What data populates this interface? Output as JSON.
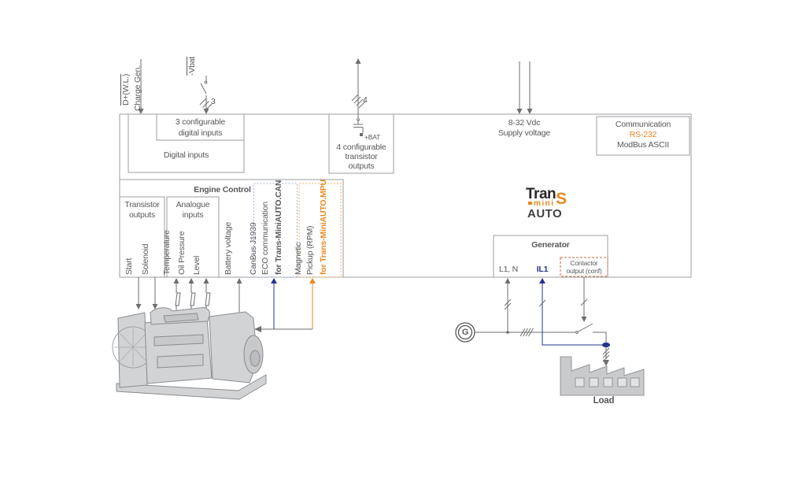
{
  "colors": {
    "text_gray": "#58595b",
    "wire_gray": "#6d6e71",
    "box_border": "#9b9da0",
    "accent_orange": "#ee8222",
    "accent_blue": "#27348b",
    "dashed_blue_border": "#a6b5d8",
    "dashed_orange_border": "#f3b26b",
    "contactor_dash": "#cf6a3e",
    "illustration_fill": "#d2d3d5",
    "illustration_stroke": "#8a8c8f"
  },
  "top": {
    "charge_line1": "D+(W.L.)",
    "charge_line2": "Charge Gen.",
    "vbat": "-Vbat",
    "digital_wire_count": "3",
    "transistor_wire_count": "4",
    "supply_line1": "8-32 Vdc",
    "supply_line2": "Supply voltage"
  },
  "digital_inputs": {
    "conf_line1": "3 configurable",
    "conf_line2": "digital inputs",
    "label": "Digital inputs"
  },
  "transistor_outputs": {
    "bat": "+BAT",
    "line1": "4 configurable",
    "line2": "transistor",
    "line3": "outputs"
  },
  "communication": {
    "line1": "Communication",
    "line2": "RS-232",
    "line3": "ModBus ASCII"
  },
  "logo": {
    "part1": "Tran",
    "part2": "S",
    "part3": "mini",
    "part4": "AUTO"
  },
  "engine_control": {
    "title": "Engine Control",
    "transistor_box": {
      "title1": "Transistor",
      "title2": "outputs",
      "signals": [
        "Start",
        "Solenoid"
      ]
    },
    "analogue_box": {
      "title1": "Analogue",
      "title2": "inputs",
      "signals": [
        "Temperature",
        "Oil Pressure",
        "Level"
      ]
    },
    "battery": "Battery voltage",
    "canbus": {
      "line1": "CanBus J1939",
      "line2": "ECO communication",
      "line3": "for Trans-MiniAUTO.CAN"
    },
    "mpu": {
      "line1": "Magnetic",
      "line2": "Pickup (RPM)",
      "line3": "for Trans-MiniAUTO.MPU"
    }
  },
  "generator": {
    "title": "Generator",
    "l1n": "L1, N",
    "il1": "IL1",
    "contactor1": "Contactor",
    "contactor2": "output (conf)",
    "symbol": "G"
  },
  "load_label": "Load",
  "icons": {
    "generator_symbol": "circle-G",
    "load": "factory-silhouette",
    "engine": "genset-line-art",
    "sensor": "slanted-parallelogram",
    "switch": "breaker-blade",
    "current_transformer": "blue-oval"
  }
}
